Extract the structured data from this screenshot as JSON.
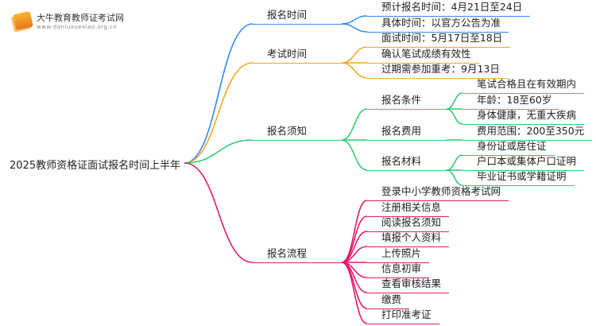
{
  "logo": {
    "name": "大牛教育教师证考试网",
    "url": "www.daniuxuexiao.org.cn"
  },
  "root": "2025教师资格证面试报名时间上半年",
  "colors": {
    "blue": "#2e8cf0",
    "orange": "#f5a623",
    "green": "#2ecc71",
    "pink": "#e8196a"
  },
  "branches": [
    {
      "label": "报名时间",
      "color": "blue",
      "children": [
        {
          "label": "预计报名时间：4月21日至24日"
        },
        {
          "label": "具体时间：以官方公告为准"
        }
      ]
    },
    {
      "label": "考试时间",
      "color": "orange",
      "children": [
        {
          "label": "面试时间：5月17日至18日"
        },
        {
          "label": "确认笔试成绩有效性"
        },
        {
          "label": "过期需参加重考：9月13日"
        }
      ]
    },
    {
      "label": "报名须知",
      "color": "green",
      "children": [
        {
          "label": "报名条件",
          "children": [
            {
              "label": "笔试合格且在有效期内"
            },
            {
              "label": "年龄：18至60岁"
            },
            {
              "label": "身体健康，无重大疾病"
            }
          ]
        },
        {
          "label": "报名费用",
          "children": [
            {
              "label": "费用范围：200至350元"
            }
          ]
        },
        {
          "label": "报名材料",
          "children": [
            {
              "label": "身份证或居住证"
            },
            {
              "label": "户口本或集体户口证明"
            },
            {
              "label": "毕业证书或学籍证明"
            }
          ]
        }
      ]
    },
    {
      "label": "报名流程",
      "color": "pink",
      "children": [
        {
          "label": "登录中小学教师资格考试网"
        },
        {
          "label": "注册相关信息"
        },
        {
          "label": "阅读报名须知"
        },
        {
          "label": "填报个人资料"
        },
        {
          "label": "上传照片"
        },
        {
          "label": "信息初审"
        },
        {
          "label": "查看审核结果"
        },
        {
          "label": "缴费"
        },
        {
          "label": "打印准考证"
        }
      ]
    }
  ]
}
